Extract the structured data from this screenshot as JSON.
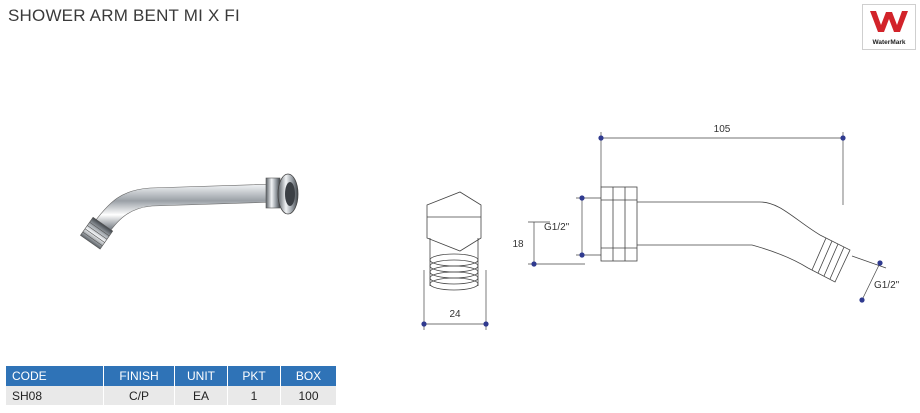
{
  "title": "SHOWER ARM BENT MI X FI",
  "watermark": {
    "label": "WaterMark",
    "color": "#d2232a"
  },
  "drawing": {
    "dim_length": "105",
    "dim_width": "24",
    "dim_height": "18",
    "thread_left": "G1/2\"",
    "thread_right": "G1/2\""
  },
  "table": {
    "header_color": "#2f73b7",
    "headers": [
      "CODE",
      "FINISH",
      "UNIT",
      "PKT",
      "BOX"
    ],
    "rows": [
      [
        "SH08",
        "C/P",
        "EA",
        "1",
        "100"
      ]
    ]
  }
}
